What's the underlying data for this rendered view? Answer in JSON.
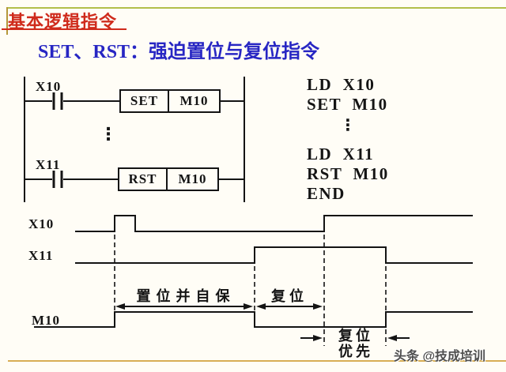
{
  "header": {
    "title": "基本逻辑指令"
  },
  "subtitle": {
    "text": "SET、RST：强迫置位与复位指令"
  },
  "colors": {
    "accent_red": "#cf2a1b",
    "accent_blue": "#2726c3",
    "top_rule": "#b2bf4b",
    "left_rule": "#b5983a",
    "bottom_rule": "#d8ae55",
    "ink": "#141414",
    "background": "#fffdf6",
    "watermark_gray": "#4f4f4f"
  },
  "ladder": {
    "rung1": {
      "contact": "X10",
      "op": "SET",
      "operand": "M10"
    },
    "rung2": {
      "contact": "X11",
      "op": "RST",
      "operand": "M10"
    },
    "ellipsis": "⋮"
  },
  "instructions": {
    "lines": [
      "LD  X10",
      "SET  M10",
      "⋮",
      "LD  X11",
      "RST  M10",
      "END"
    ]
  },
  "timing": {
    "x10_label": "X10",
    "x11_label": "X11",
    "m10_label": "M10",
    "ann_set_hold": "置位并自保",
    "ann_reset": "复位",
    "ann_reset_priority_line1": "复位",
    "ann_reset_priority_line2": "优先",
    "x10_pulse1": [
      145,
      171
    ],
    "x10_rise2": 410,
    "x11_high": [
      322,
      488
    ],
    "m10_high1": [
      145,
      322
    ],
    "m10_rise2": 488
  },
  "watermark": {
    "text": "头条 @技成培训"
  }
}
